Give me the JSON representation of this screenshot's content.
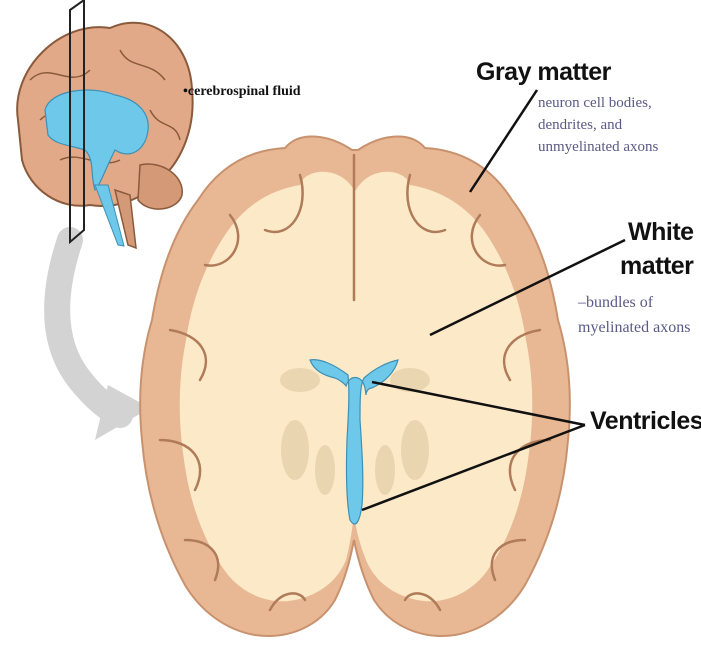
{
  "colors": {
    "gray_matter": "#e8b894",
    "white_matter": "#fbe9c8",
    "ventricle": "#6ec8ea",
    "sulcus_line": "#8a5a3c",
    "label_text": "#111111",
    "description_text": "#5b5a86",
    "arrow": "#d0d0d0"
  },
  "labels": {
    "csf": "•cerebrospinal fluid",
    "gray_matter": {
      "title": "Gray matter",
      "lines": [
        "neuron cell bodies,",
        "dendrites, and",
        "unmyelinated axons"
      ]
    },
    "white_matter": {
      "title_lines": [
        "White",
        "matter"
      ],
      "lines": [
        "–bundles of",
        "myelinated axons"
      ]
    },
    "ventricles": "Ventricles"
  }
}
